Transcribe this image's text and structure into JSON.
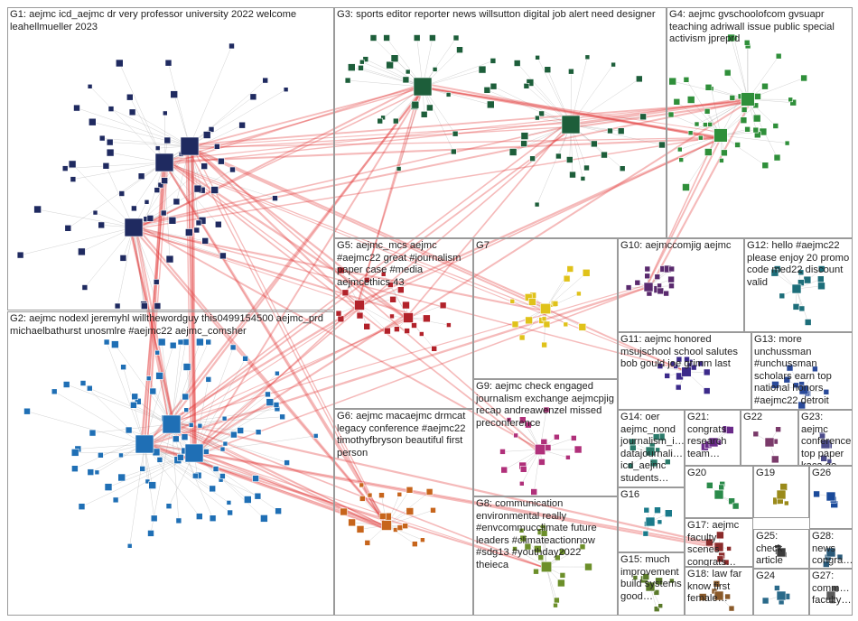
{
  "graph": {
    "groups": [
      {
        "id": "G1",
        "label": "G1: aejmc icd_aejmc dr very professor university 2022 welcome leahellmueller 2023",
        "color": "#1f2a60",
        "nodes": 70
      },
      {
        "id": "G2",
        "label": "G2: aejmc nodexl jeremyhl willthewordguy this0499154500 aejmc_prd michaelbathurst unosmlre #aejmc22 aejmc_comsher",
        "color": "#1f6fb5",
        "nodes": 90
      },
      {
        "id": "G3",
        "label": "G3: sports editor reporter news willsutton digital job alert need designer",
        "color": "#1d5e3a",
        "nodes": 60
      },
      {
        "id": "G4",
        "label": "G4: aejmc gvschoolofcom gvsuapr teaching adriwall issue public special activism jpreprd",
        "color": "#2f8f3a",
        "nodes": 45
      },
      {
        "id": "G5",
        "label": "G5: aejmc_mcs aejmc #aejmc22 great #journalism paper case #media aejmcethics 43",
        "color": "#b2222a",
        "nodes": 22
      },
      {
        "id": "G6",
        "label": "G6: aejmc macaejmc drmcat legacy conference #aejmc22 timothyfbryson beautiful first person",
        "color": "#c7651c",
        "nodes": 20
      },
      {
        "id": "G7",
        "label": "G7",
        "color": "#e0c21a",
        "nodes": 20
      },
      {
        "id": "G8",
        "label": "G8: communication environmental really #envcommucclimate future leaders #climateactionnow #sdg13 #youthday2022 theieca",
        "color": "#6c8f2a",
        "nodes": 18
      },
      {
        "id": "G9",
        "label": "G9: aejmc check engaged journalism exchange aejmcpjig recap andreawenzel missed preconference",
        "color": "#b0307a",
        "nodes": 18
      },
      {
        "id": "G10",
        "label": "G10: aejmccomjig aejmc",
        "color": "#5a2a6e",
        "nodes": 15
      },
      {
        "id": "G11",
        "label": "G11: aejmc honored msujschool school salutes bob gould joe grimm last",
        "color": "#3c2a8a",
        "nodes": 14
      },
      {
        "id": "G12",
        "label": "G12: hello #aejmc22 please enjoy 20 promo code med22 discount valid",
        "color": "#1d6e7a",
        "nodes": 12
      },
      {
        "id": "G13",
        "label": "G13: more unchussman #unchussman scholars earn top national honors #aejmc22 detroit",
        "color": "#2a4a9a",
        "nodes": 10
      },
      {
        "id": "G14",
        "label": "G14: oer aejmc_nond journalism_i… datajournali… icd_aejmc students…",
        "color": "#2a7a6a",
        "nodes": 9
      },
      {
        "id": "G15",
        "label": "G15: much improvement build systems good…",
        "color": "#5a7a2a",
        "nodes": 8
      },
      {
        "id": "G16",
        "label": "G16",
        "color": "#1a7a8a",
        "nodes": 6
      },
      {
        "id": "G17",
        "label": "G17: aejmc faculty scenes congrats…",
        "color": "#8a2a2a",
        "nodes": 6
      },
      {
        "id": "G18",
        "label": "G18: law far know first female…",
        "color": "#8a5a2a",
        "nodes": 6
      },
      {
        "id": "G19",
        "label": "G19",
        "color": "#9a8a1a",
        "nodes": 4
      },
      {
        "id": "G20",
        "label": "G20",
        "color": "#2a8a4a",
        "nodes": 5
      },
      {
        "id": "G21",
        "label": "G21: congrats research team…",
        "color": "#6a2a8a",
        "nodes": 5
      },
      {
        "id": "G22",
        "label": "G22",
        "color": "#7a3a6a",
        "nodes": 4
      },
      {
        "id": "G23",
        "label": "G23: aejmc conference top paper kaca go…",
        "color": "#4a4a8a",
        "nodes": 5
      },
      {
        "id": "G24",
        "label": "G24",
        "color": "#2a6a8a",
        "nodes": 4
      },
      {
        "id": "G25",
        "label": "G25: check article drewa_k…",
        "color": "#3a3a3a",
        "nodes": 3
      },
      {
        "id": "G26",
        "label": "G26",
        "color": "#1a4a9a",
        "nodes": 3
      },
      {
        "id": "G27",
        "label": "G27: comm… faculty…",
        "color": "#5a5a5a",
        "nodes": 3
      },
      {
        "id": "G28",
        "label": "G28: news congra…",
        "color": "#2a5a7a",
        "nodes": 3
      }
    ],
    "edge_colors": {
      "intra": "#9a9a9a",
      "inter": "#e23a3a"
    }
  }
}
